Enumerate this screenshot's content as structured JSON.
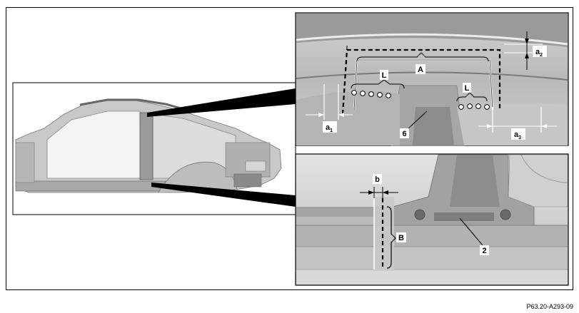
{
  "labels": {
    "A": "A",
    "B": "B",
    "L1": "L",
    "L2": "L",
    "a1_main": "a",
    "a1_sub": "1",
    "a2_main": "a",
    "a2_sub": "2",
    "a3_main": "a",
    "a3_sub": "3",
    "b": "b",
    "six": "6",
    "two": "2"
  },
  "figure_code": "P63.20-A293-09"
}
